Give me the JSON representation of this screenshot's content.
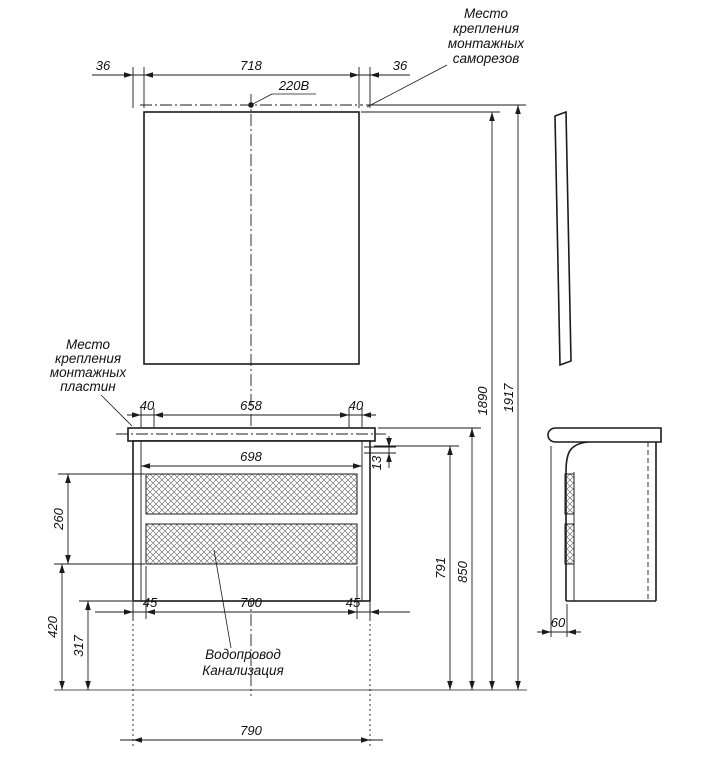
{
  "drawing": {
    "notes": {
      "screws": [
        "Место",
        "крепления",
        "монтажных",
        "саморезов"
      ],
      "plates": [
        "Место",
        "крепления",
        "монтажных",
        "пластин"
      ],
      "plumbing": [
        "Водопровод",
        "Канализация"
      ],
      "power": "220В"
    },
    "dims": {
      "screw_left": "36",
      "mirror_width": "718",
      "screw_right": "36",
      "plate_left": "40",
      "plate_span": "658",
      "plate_right": "40",
      "inner_width": "698",
      "top_gap": "13",
      "drawer_zone": "260",
      "margin_left": "45",
      "drawer_width": "700",
      "margin_right": "45",
      "h420": "420",
      "h317": "317",
      "h791": "791",
      "h850": "850",
      "h1890": "1890",
      "h1917": "1917",
      "total_width": "790",
      "side_gap": "60"
    },
    "colors": {
      "line": "#1b1b1b",
      "background": "#ffffff",
      "hatch": "#555555"
    }
  }
}
